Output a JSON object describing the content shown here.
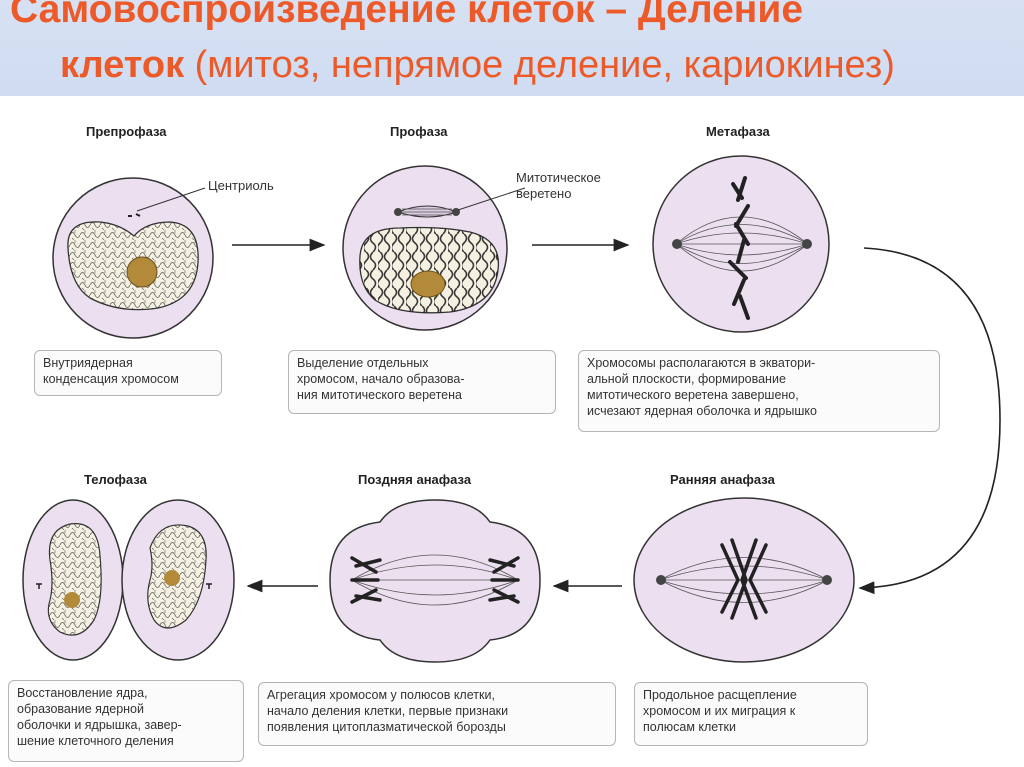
{
  "title": {
    "line1": "Самовоспроизведение клеток –  Деление",
    "line2_bold": "клеток",
    "line2_rest": " (митоз, непрямое деление, кариокинез)"
  },
  "stages": {
    "preprophase": {
      "label": "Препрофаза",
      "callout": "Центриоль",
      "desc": [
        "Внутриядерная",
        "конденсация хромосом"
      ]
    },
    "prophase": {
      "label": "Профаза",
      "callout": [
        "Митотическое",
        "веретено"
      ],
      "desc": [
        "Выделение отдельных",
        "хромосом, начало образова-",
        "ния митотического веретена"
      ]
    },
    "metaphase": {
      "label": "Метафаза",
      "desc": [
        "Хромосомы располагаются в экватори-",
        "альной плоскости, формирование",
        "митотического веретена завершено,",
        "исчезают ядерная оболочка и ядрышко"
      ]
    },
    "early_anaphase": {
      "label": "Ранняя анафаза",
      "desc": [
        "Продольное расщепление",
        "хромосом и их миграция к",
        "полюсам клетки"
      ]
    },
    "late_anaphase": {
      "label": "Поздняя анафаза",
      "desc": [
        "Агрегация хромосом у полюсов клетки,",
        "начало деления клетки, первые признаки",
        "появления цитоплазматической борозды"
      ]
    },
    "telophase": {
      "label": "Телофаза",
      "desc": [
        "Восстановление ядра,",
        "образование ядерной",
        "оболочки и ядрышка, завер-",
        "шение клеточного деления"
      ]
    }
  },
  "colors": {
    "title": "#ec5a2a",
    "title_band": "#d3def3",
    "cell_fill": "#ecdff0",
    "cell_stroke": "#333333",
    "nucleus_fill": "#f4f0e2",
    "nucleolus": "#b28a3a"
  }
}
